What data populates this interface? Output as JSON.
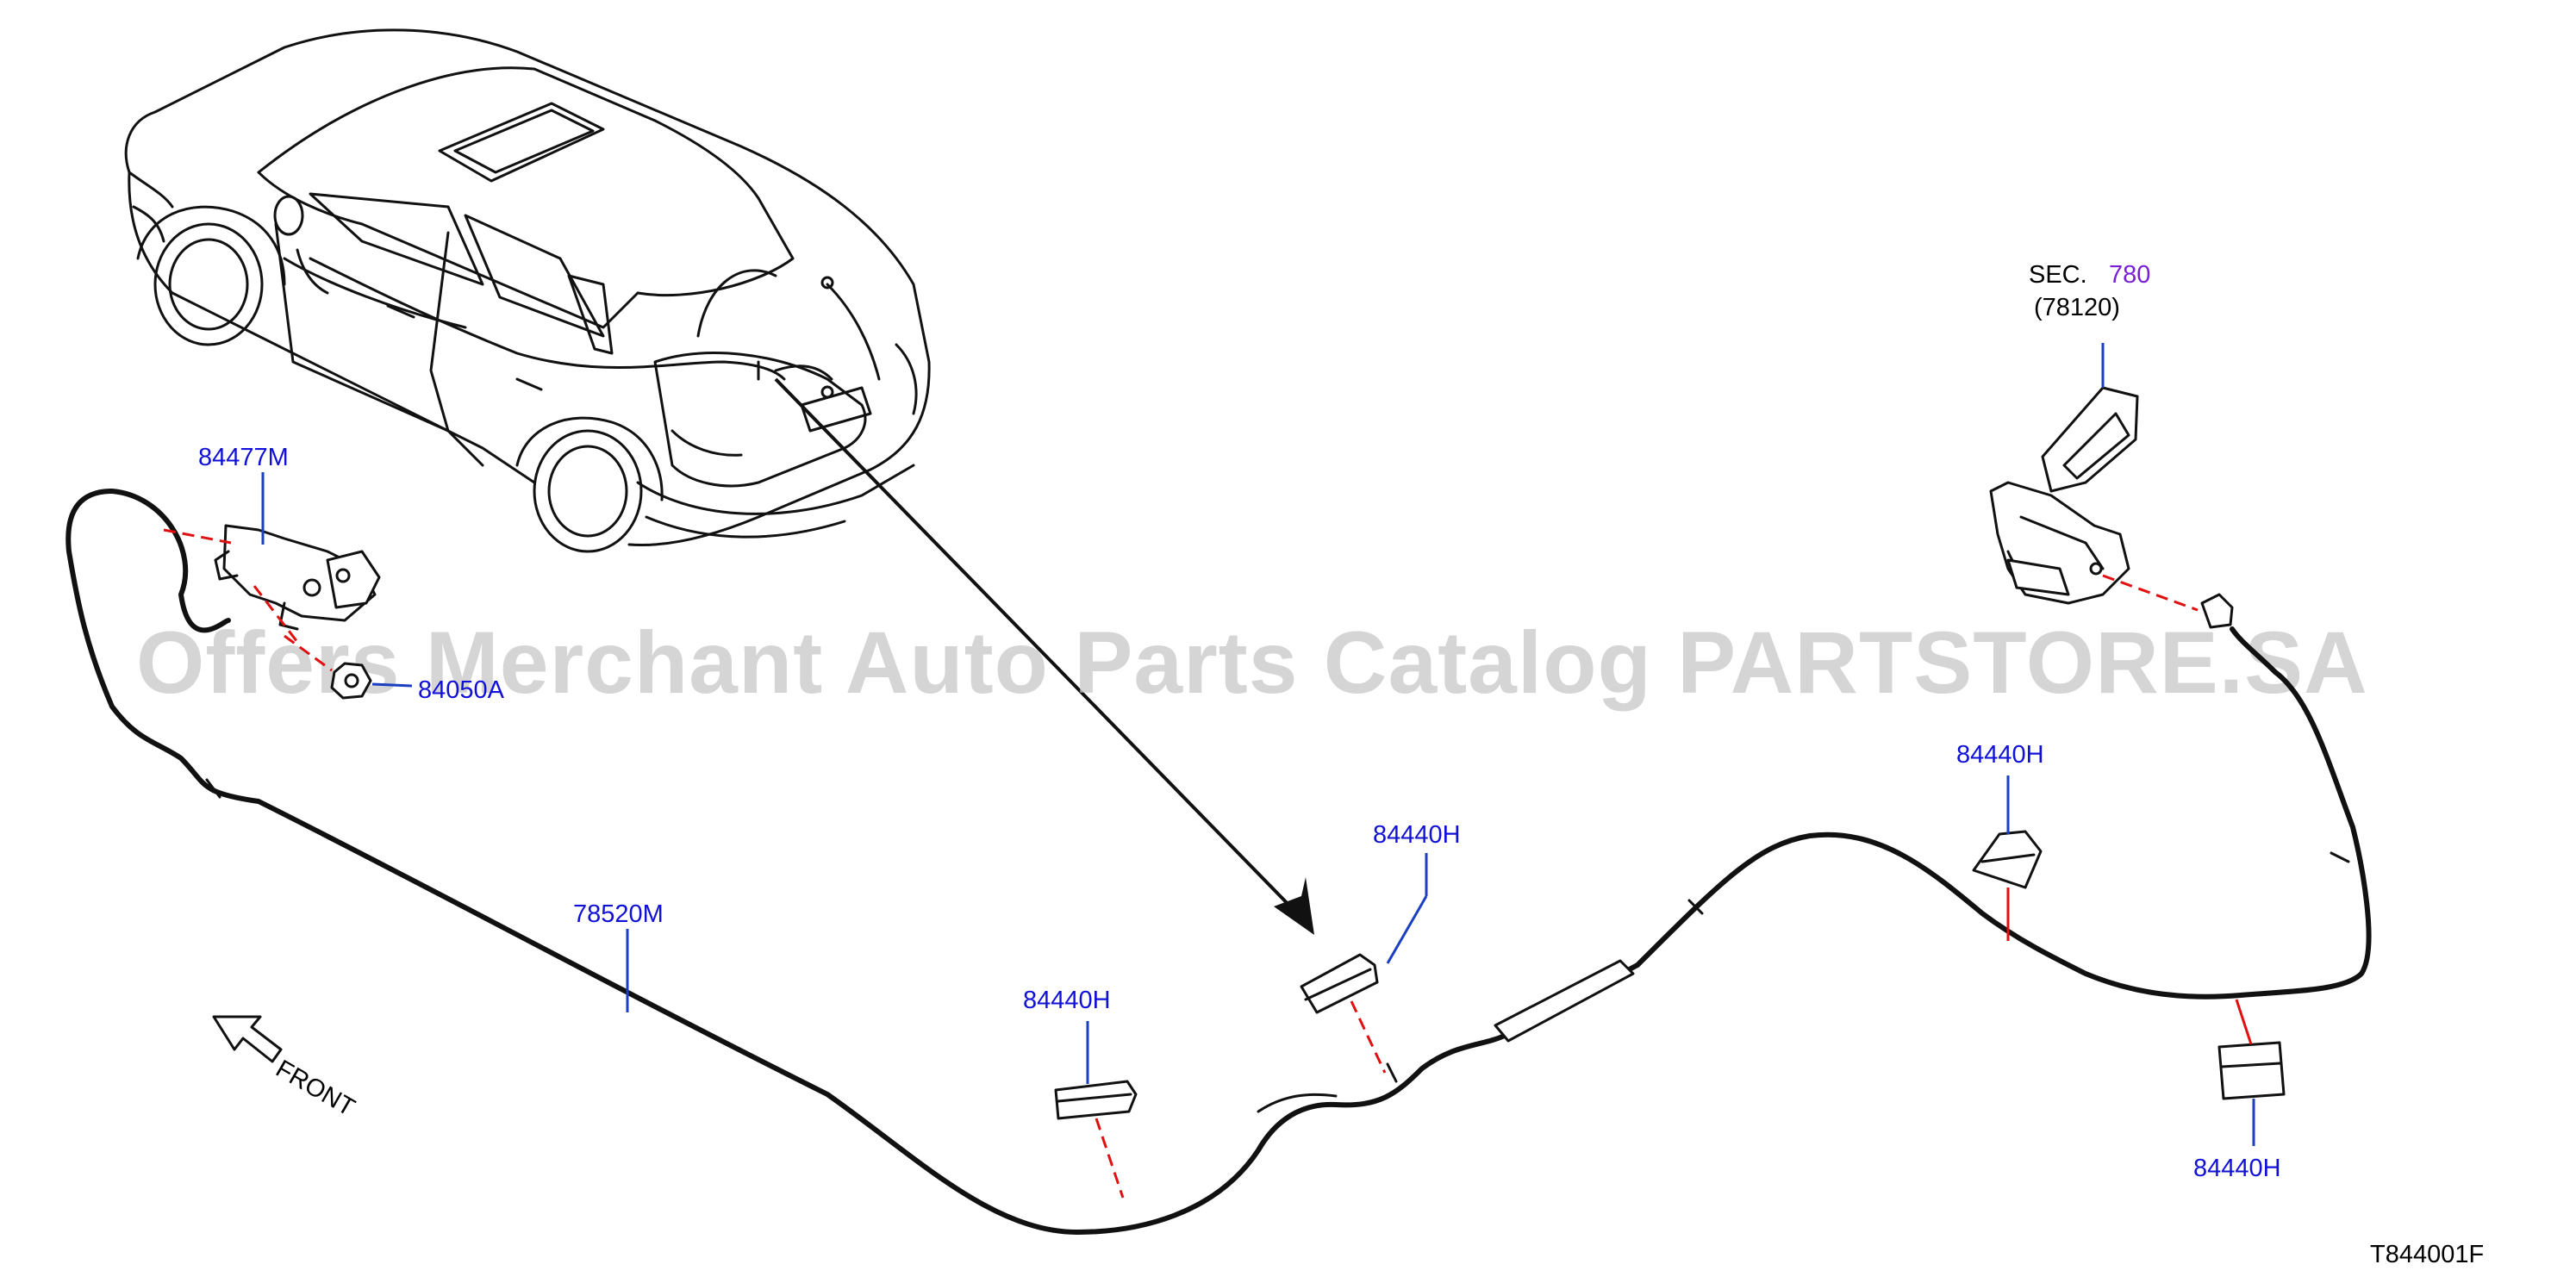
{
  "diagram": {
    "watermark": "Offers Merchant Auto Parts Catalog PARTSTORE.SA",
    "diagram_code": "T844001F",
    "direction_label": "FRONT",
    "section_ref": {
      "prefix": "SEC.",
      "number": "780",
      "sub": "(78120)"
    },
    "callouts": {
      "opener_lever": "84477M",
      "clip_a": "84050A",
      "cable": "78520M",
      "clamp_1": "84440H",
      "clamp_2": "84440H",
      "clamp_3": "84440H",
      "clamp_4": "84440H"
    },
    "colors": {
      "callout": "#1010d8",
      "section_number": "#7a1fd6",
      "mating_line": "#e01010",
      "leader": "#1a3fc0"
    }
  }
}
